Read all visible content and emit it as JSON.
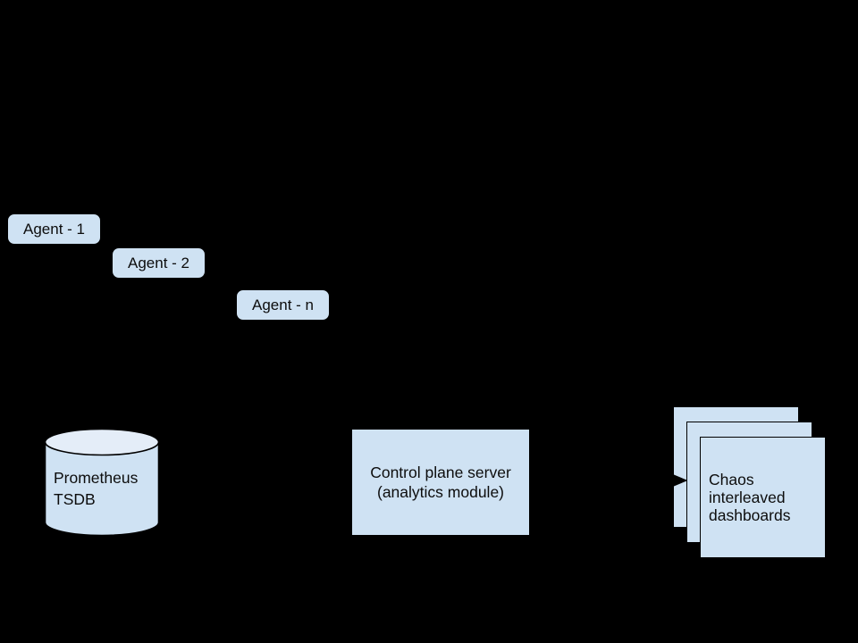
{
  "diagram": {
    "background": "#000000",
    "colors": {
      "shape_fill": "#cfe2f3",
      "cylinder_top_fill": "#e4edf8",
      "outline": "#000000",
      "text": "#0d0d0d"
    },
    "agents": [
      {
        "label": "Agent - 1"
      },
      {
        "label": "Agent - 2"
      },
      {
        "label": "Agent - n"
      }
    ],
    "database": {
      "shape": "cylinder",
      "lines": [
        "Prometheus",
        "TSDB"
      ]
    },
    "server": {
      "shape": "rectangle",
      "lines": [
        "Control plane server",
        "(analytics module)"
      ]
    },
    "dashboards": {
      "shape": "stacked-cards",
      "card_count": 3,
      "lines": [
        "Chaos",
        "interleaved",
        "dashboards"
      ]
    },
    "connections": [
      {
        "from": "control-plane-server",
        "to": "chaos-interleaved-dashboards",
        "style": "arrow"
      }
    ]
  }
}
